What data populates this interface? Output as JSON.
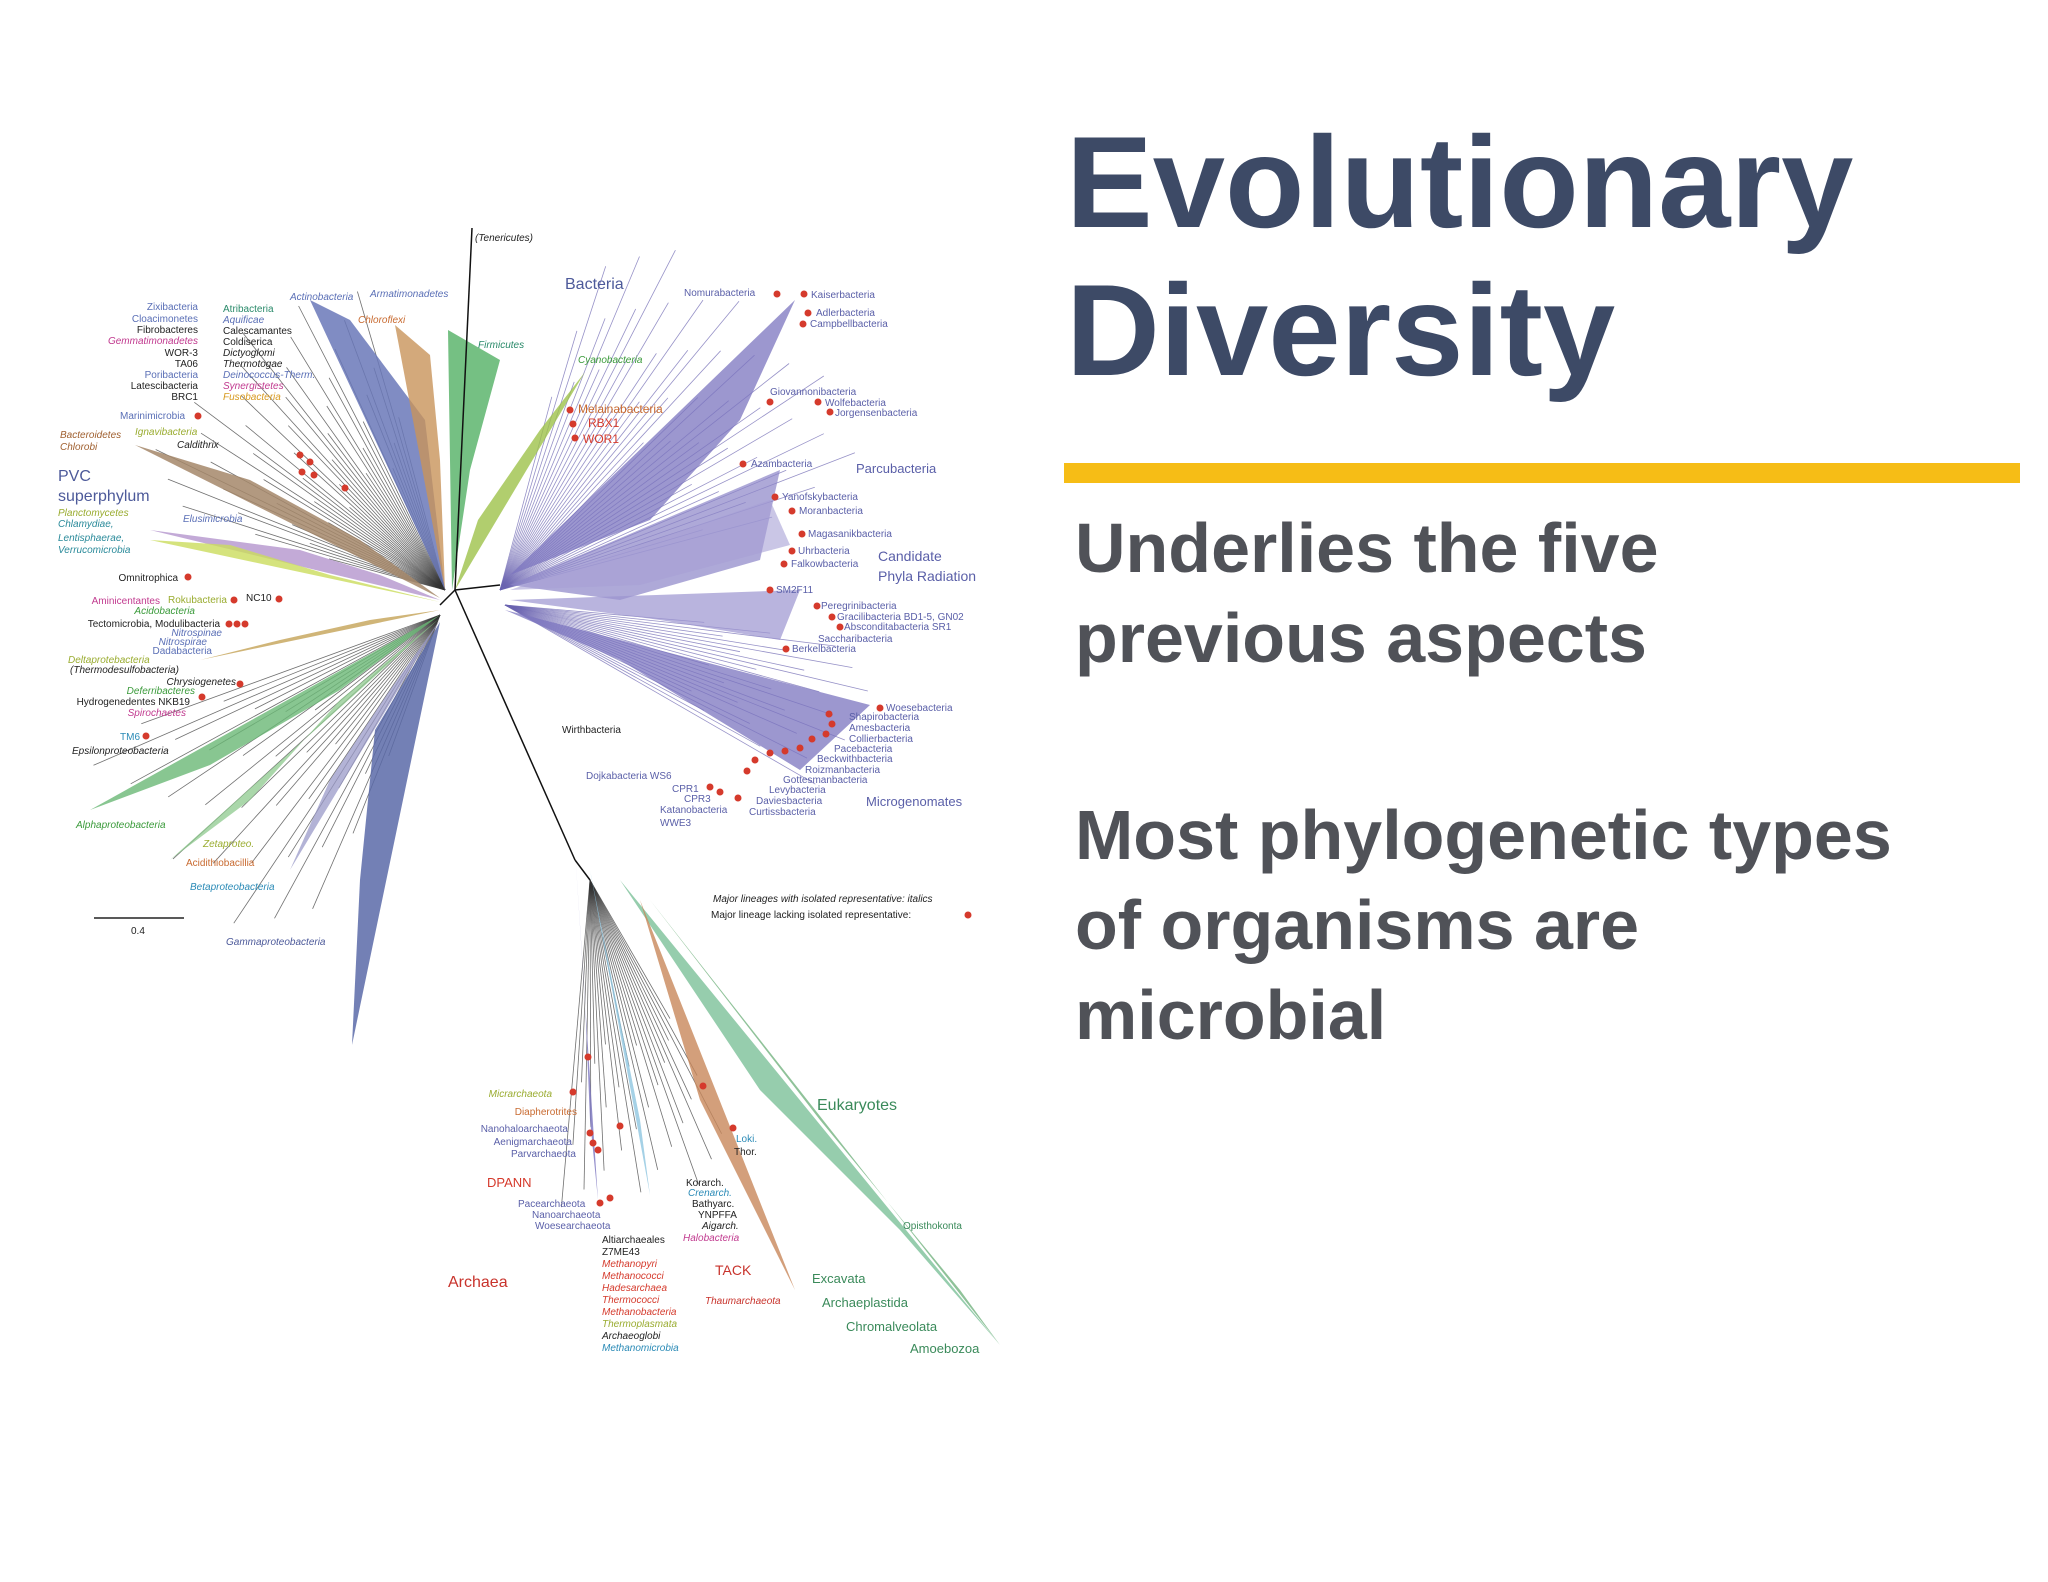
{
  "slide": {
    "title_line1": "Evolutionary",
    "title_line2": "Diversity",
    "point1_line1": "Underlies the five",
    "point1_line2": "previous aspects",
    "point2_line1": "Most phylogenetic types",
    "point2_line2": "of organisms are",
    "point2_line3": "microbial",
    "accent_color": "#f6bd16",
    "title_color": "#3d4a66",
    "body_color": "#505258"
  },
  "tree": {
    "domains": {
      "bacteria": "Bacteria",
      "archaea": "Archaea",
      "eukaryotes": "Eukaryotes"
    },
    "tenericutes": "(Tenericutes)",
    "scale": "0.4",
    "legend_italic": "Major lineages with isolated representative: italics",
    "legend_dot": "Major lineage lacking isolated representative:",
    "wirthbacteria": "Wirthbacteria",
    "labels": {
      "zixibacteria": "Zixibacteria",
      "cloacimonetes": "Cloacimonetes",
      "fibrobacteres": "Fibrobacteres",
      "gemmatimonadetes": "Gemmatimonadetes",
      "wor3": "WOR-3",
      "ta06": "TA06",
      "poribacteria": "Poribacteria",
      "latescibacteria": "Latescibacteria",
      "brc1": "BRC1",
      "marinimicrobia": "Marinimicrobia",
      "bacteroidetes": "Bacteroidetes",
      "chlorobi": "Chlorobi",
      "ignavibacteria": "Ignavibacteria",
      "caldithrix": "Caldithrix",
      "atribacteria": "Atribacteria",
      "aquificae": "Aquificae",
      "calescamantes": "Calescamantes",
      "coldiserica": "Coldiserica",
      "dictyoglomi": "Dictyoglomi",
      "thermotogae": "Thermotogae",
      "deinococcus": "Deinococcus-Therm.",
      "synergistetes": "Synergistetes",
      "fusobacteria": "Fusobacteria",
      "actinobacteria": "Actinobacteria",
      "armatimonadetes": "Armatimonadetes",
      "chloroflexi": "Chloroflexi",
      "firmicutes": "Firmicutes",
      "cyanobacteria": "Cyanobacteria",
      "melainabacteria": "Melainabacteria",
      "rbx1": "RBX1",
      "wor1": "WOR1",
      "pvc1": "PVC",
      "pvc2": "superphylum",
      "planctomycetes": "Planctomycetes",
      "chlamydiae": "Chlamydiae,",
      "lentisphaerae": "Lentisphaerae,",
      "verrucomicrobia": "Verrucomicrobia",
      "elusimicrobia": "Elusimicrobia",
      "omnitrophica": "Omnitrophica",
      "aminicentantes": "Aminicentantes",
      "rokubacteria": "Rokubacteria",
      "nc10": "NC10",
      "acidobacteria": "Acidobacteria",
      "tectomicrobia": "Tectomicrobia, Modulibacteria",
      "nitrospinae": "Nitrospinae",
      "nitrospirae": "Nitrospirae",
      "dadabacteria": "Dadabacteria",
      "deltaproteo": "Deltaprotebacteria",
      "thermodesulfo": "(Thermodesulfobacteria)",
      "chrysiogenetes": "Chrysiogenetes",
      "deferribacteres": "Deferribacteres",
      "hydrogenedentes": "Hydrogenedentes NKB19",
      "spirochaetes": "Spirochaetes",
      "tm6": "TM6",
      "epsilonproteo": "Epsilonproteobacteria",
      "alphaproteo": "Alphaproteobacteria",
      "zetaproteo": "Zetaproteo.",
      "acidithiobacillia": "Acidithiobacillia",
      "betaproteo": "Betaproteobacteria",
      "gammaproteo": "Gammaproteobacteria",
      "nomurabacteria": "Nomurabacteria",
      "kaiserbacteria": "Kaiserbacteria",
      "adlerbacteria": "Adlerbacteria",
      "campbellbacteria": "Campbellbacteria",
      "giovannonibacteria": "Giovannonibacteria",
      "wolfebacteria": "Wolfebacteria",
      "jorgensenbacteria": "Jorgensenbacteria",
      "azambacteria": "Azambacteria",
      "parcubacteria": "Parcubacteria",
      "yanofskybacteria": "Yanofskybacteria",
      "moranbacteria": "Moranbacteria",
      "magasanikbacteria": "Magasanikbacteria",
      "uhrbacteria": "Uhrbacteria",
      "falkowbacteria": "Falkowbacteria",
      "candidate": "Candidate",
      "phyla_radiation": "Phyla Radiation",
      "sm2f11": "SM2F11",
      "peregrinibacteria": "Peregrinibacteria",
      "gracilibacteria": "Gracilibacteria BD1-5, GN02",
      "absconditabacteria": "Absconditabacteria SR1",
      "saccharibacteria": "Saccharibacteria",
      "berkelbacteria": "Berkelbacteria",
      "woesebacteria": "Woesebacteria",
      "shapirobacteria": "Shapirobacteria",
      "amesbacteria": "Amesbacteria",
      "collierbacteria": "Collierbacteria",
      "pacebacteria": "Pacebacteria",
      "beckwithbacteria": "Beckwithbacteria",
      "roizmanbacteria": "Roizmanbacteria",
      "gottesmanbacteria": "Gottesmanbacteria",
      "levybacteria": "Levybacteria",
      "daviesbacteria": "Daviesbacteria",
      "curtissbacteria": "Curtissbacteria",
      "microgenomates": "Microgenomates",
      "dojkabacteria": "Dojkabacteria WS6",
      "cpr1": "CPR1",
      "cpr3": "CPR3",
      "katanobacteria": "Katanobacteria",
      "wwe3": "WWE3",
      "micrarchaeota": "Micrarchaeota",
      "diapherotrites": "Diapherotrites",
      "nanohaloarchaeota": "Nanohaloarchaeota",
      "aenigmarchaeota": "Aenigmarchaeota",
      "parvarchaeota": "Parvarchaeota",
      "dpann": "DPANN",
      "pacearchaeota": "Pacearchaeota",
      "nanoarchaeota": "Nanoarchaeota",
      "woesearchaeota": "Woesearchaeota",
      "altiarchaeales": "Altiarchaeales",
      "z7me43": "Z7ME43",
      "methanopyri": "Methanopyri",
      "methanococci": "Methanococci",
      "hadesarchaea": "Hadesarchaea",
      "thermococci": "Thermococci",
      "methanobacteria": "Methanobacteria",
      "thermoplasmata": "Thermoplasmata",
      "archaeoglobi": "Archaeoglobi",
      "methanomicrobia": "Methanomicrobia",
      "korarch": "Korarch.",
      "crenarch": "Crenarch.",
      "bathyarc": "Bathyarc.",
      "ynpffa": "YNPFFA",
      "aigarch": "Aigarch.",
      "halobacteria": "Halobacteria",
      "tack": "TACK",
      "thaumarchaeota": "Thaumarchaeota",
      "loki": "Loki.",
      "thor": "Thor.",
      "opisthokonta": "Opisthokonta",
      "excavata": "Excavata",
      "archaeplastida": "Archaeplastida",
      "chromalveolata": "Chromalveolata",
      "amoebozoa": "Amoebozoa"
    }
  }
}
